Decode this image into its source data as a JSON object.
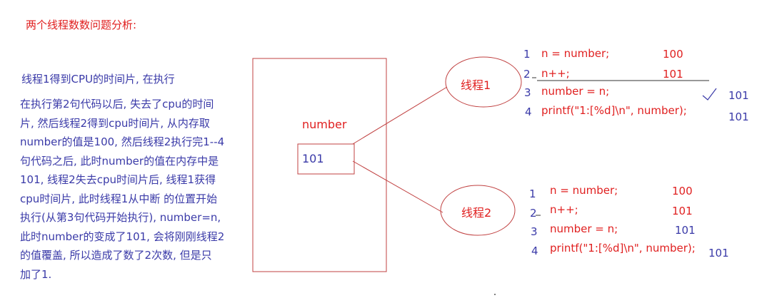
{
  "title": "两个线程数数问题分析:",
  "intro": "线程1得到CPU的时间片, 在执行",
  "paragraph_lines": [
    "在执行第2句代码以后, 失去了cpu的时间",
    "片, 然后线程2得到cpu时间片, 从内存取",
    "number的值是100, 然后线程2执行完1--4",
    "句代码之后, 此时number的值在内存中是",
    "101, 线程2失去cpu时间片后, 线程1获得",
    "cpu时间片, 此时线程1从中断 的位置开始",
    "执行(从第3句代码开始执行), number=n,",
    "此时number的变成了101, 会将刚刚线程2",
    "的值覆盖, 所以造成了数了2次数, 但是只",
    "加了1."
  ],
  "memory": {
    "label": "number",
    "value": "101"
  },
  "thread1": {
    "label": "线程1",
    "lines": [
      {
        "index": "1",
        "code": "n = number;",
        "value": "100"
      },
      {
        "index": "2",
        "code": "n++;",
        "value": "101"
      },
      {
        "index": "3",
        "code": "number = n;",
        "value": ""
      },
      {
        "index": "4",
        "code": "printf(\"1:[%d]\\n\", number);",
        "value": ""
      }
    ],
    "side_values": [
      "101",
      "101"
    ]
  },
  "thread2": {
    "label": "线程2",
    "lines": [
      {
        "index": "1",
        "code": "n = number;",
        "value": "100"
      },
      {
        "index": "2",
        "code": "n++;",
        "value": "101"
      },
      {
        "index": "3",
        "code": "number = n;",
        "value": "101"
      },
      {
        "index": "4",
        "code": "printf(\"1:[%d]\\n\", number);",
        "value": "101"
      }
    ]
  },
  "colors": {
    "red": "#e02020",
    "blue": "#3a3aa8",
    "line": "#c04040"
  }
}
